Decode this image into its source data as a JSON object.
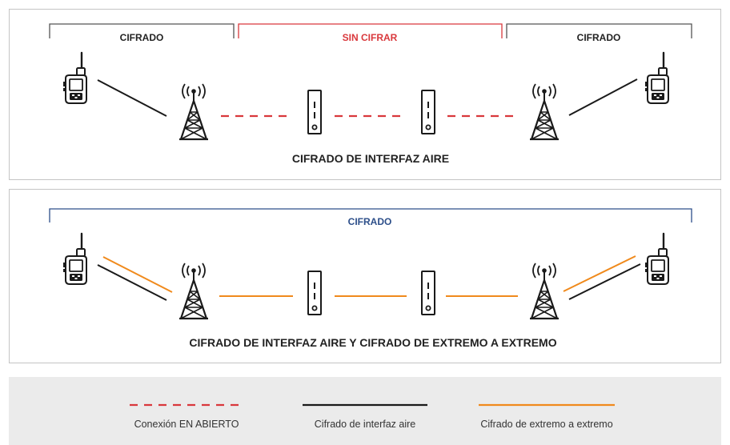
{
  "colors": {
    "unencrypted": "#d9383c",
    "air_interface": "#1a1a1a",
    "end_to_end": "#f08a1c",
    "bracket_gray": "#555555",
    "bracket_red": "#d9383c",
    "bracket_blue": "#2d4f8a"
  },
  "diagram1": {
    "segments": [
      "CIFRADO",
      "SIN CIFRAR",
      "CIFRADO"
    ],
    "caption": "CIFRADO DE INTERFAZ AIRE"
  },
  "diagram2": {
    "segment": "CIFRADO",
    "caption": "CIFRADO DE INTERFAZ AIRE Y CIFRADO DE EXTREMO A EXTREMO"
  },
  "legend": {
    "items": [
      {
        "label": "Conexión EN ABIERTO",
        "style": "dashed",
        "color": "#d9383c"
      },
      {
        "label": "Cifrado de interfaz aire",
        "style": "solid",
        "color": "#1a1a1a"
      },
      {
        "label": "Cifrado de extremo a extremo",
        "style": "solid",
        "color": "#f08a1c"
      }
    ]
  },
  "icons": [
    "radio-handset-icon",
    "antenna-tower-icon",
    "server-icon"
  ]
}
